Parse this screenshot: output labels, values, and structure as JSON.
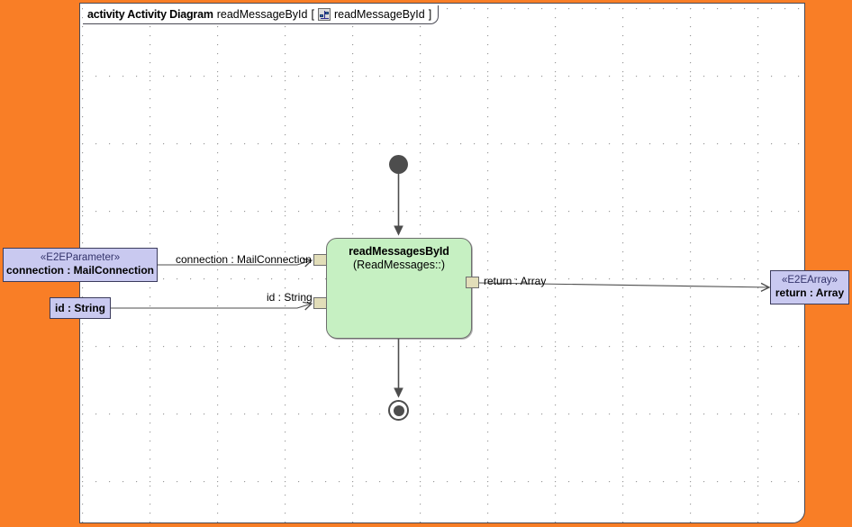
{
  "canvas": {
    "background_color": "#F97E26",
    "frame_background": "#FFFFFF",
    "frame_border_color": "#4A4A55"
  },
  "frame": {
    "keyword": "activity Activity Diagram",
    "diagram_name": "readMessageById",
    "bracket_open": "[",
    "bracket_close": "]",
    "icon": "activity-diagram-icon",
    "icon_label": "readMessageById"
  },
  "activity_node": {
    "name": "readMessagesById",
    "qualifier": "(ReadMessages::)",
    "fill_color": "#C6F0C2",
    "border_color": "#6E6E6E"
  },
  "pins": [
    {
      "id": "pin-connection",
      "name": "connection-input-pin",
      "fill_color": "#E2DEB9"
    },
    {
      "id": "pin-id",
      "name": "id-input-pin",
      "fill_color": "#E2DEB9"
    },
    {
      "id": "pin-return",
      "name": "return-output-pin",
      "fill_color": "#E2DEB9"
    }
  ],
  "control_nodes": {
    "initial": "initial-node",
    "final": "activity-final-node",
    "fill_color": "#4D4D4D"
  },
  "parameters": [
    {
      "id": "param-connection",
      "stereotype": "«E2EParameter»",
      "label": "connection : MailConnection",
      "fill_color": "#C9C9F0",
      "border_color": "#3B3B5C"
    },
    {
      "id": "param-id",
      "stereotype": "",
      "label": "id : String",
      "fill_color": "#C9C9F0",
      "border_color": "#3B3B5C"
    },
    {
      "id": "param-return",
      "stereotype": "«E2EArray»",
      "label": "return : Array",
      "fill_color": "#C9C9F0",
      "border_color": "#3B3B5C"
    }
  ],
  "edges": [
    {
      "id": "edge-connection",
      "label": "connection : MailConnection"
    },
    {
      "id": "edge-id",
      "label": "id : String"
    },
    {
      "id": "edge-return",
      "label": "return : Array"
    }
  ]
}
